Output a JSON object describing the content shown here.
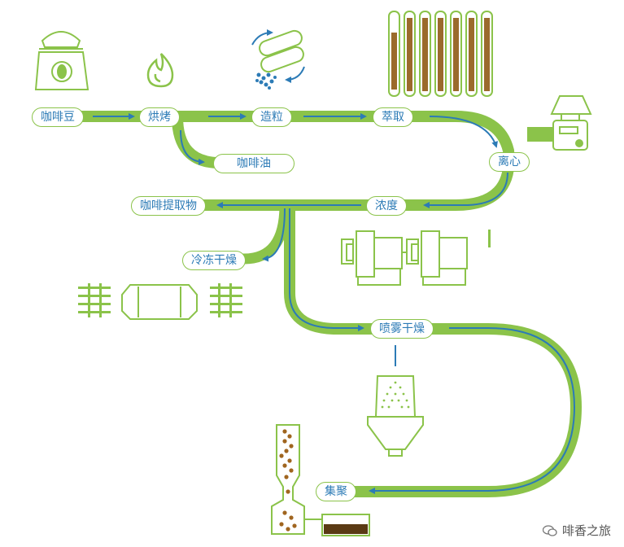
{
  "diagram": {
    "nodes": {
      "coffee_beans": "咖啡豆",
      "roasting": "烘烤",
      "granulating": "造粒",
      "extraction": "萃取",
      "centrifuge": "离心",
      "coffee_oil": "咖啡油",
      "concentration": "浓度",
      "coffee_extract": "咖啡提取物",
      "freeze_drying": "冷冻干燥",
      "spray_drying": "喷雾干燥",
      "agglomeration": "集聚"
    },
    "colors": {
      "pipe": "#8bc34a",
      "arrow": "#2c7bb6",
      "icon": "#8bc34a",
      "column": "#9b6a2c",
      "bead": "#a0651f",
      "bed": "#5a3a14"
    }
  },
  "watermark": {
    "text": "啡香之旅",
    "icon": "wechat-icon"
  }
}
